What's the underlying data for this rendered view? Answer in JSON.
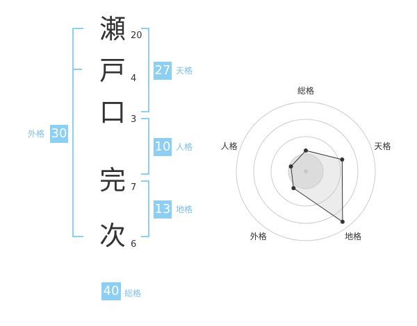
{
  "name": {
    "characters": [
      {
        "char": "瀬",
        "strokes": "20"
      },
      {
        "char": "戸",
        "strokes": "4"
      },
      {
        "char": "口",
        "strokes": "3"
      },
      {
        "char": "完",
        "strokes": "7"
      },
      {
        "char": "次",
        "strokes": "6"
      }
    ]
  },
  "fortune": {
    "tenkaku": {
      "value": "27",
      "label": "天格"
    },
    "jinkaku": {
      "value": "10",
      "label": "人格"
    },
    "chikaku": {
      "value": "13",
      "label": "地格"
    },
    "gaikaku": {
      "value": "30",
      "label": "外格"
    },
    "soukaku": {
      "value": "40",
      "label": "総格"
    }
  },
  "colors": {
    "accent": "#8ccff5",
    "label": "#7dbfe8",
    "text": "#333333"
  },
  "chart_data": {
    "type": "radar",
    "axes": [
      "総格",
      "天格",
      "地格",
      "外格",
      "人格"
    ],
    "rings": 4,
    "values": [
      1.2,
      2.2,
      3.6,
      1.2,
      0.9
    ],
    "max": 4
  }
}
